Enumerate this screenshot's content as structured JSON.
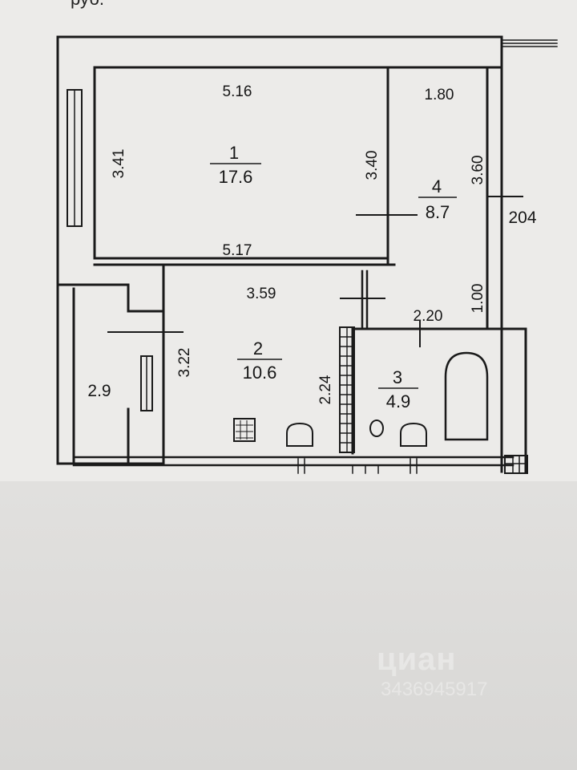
{
  "header": {
    "text": "руб."
  },
  "rooms": [
    {
      "number": "1",
      "area": "17.6",
      "dims": [
        "5.16",
        "3.41",
        "3.40",
        "5.17"
      ]
    },
    {
      "number": "2",
      "area": "10.6",
      "dims": [
        "3.59",
        "3.22",
        "2.24"
      ]
    },
    {
      "number": "3",
      "area": "4.9",
      "dims": [
        "2.20"
      ]
    },
    {
      "number": "4",
      "area": "8.7",
      "dims": [
        "1.80",
        "3.60",
        "1.00"
      ]
    }
  ],
  "balcony": {
    "area": "2.9"
  },
  "extra_dims": [
    "204"
  ],
  "watermark": {
    "brand": "циан",
    "id": "3436945917"
  },
  "colors": {
    "line": "#1a1a1a",
    "paper": "#ecebe9",
    "background": "#e4e3e1"
  }
}
